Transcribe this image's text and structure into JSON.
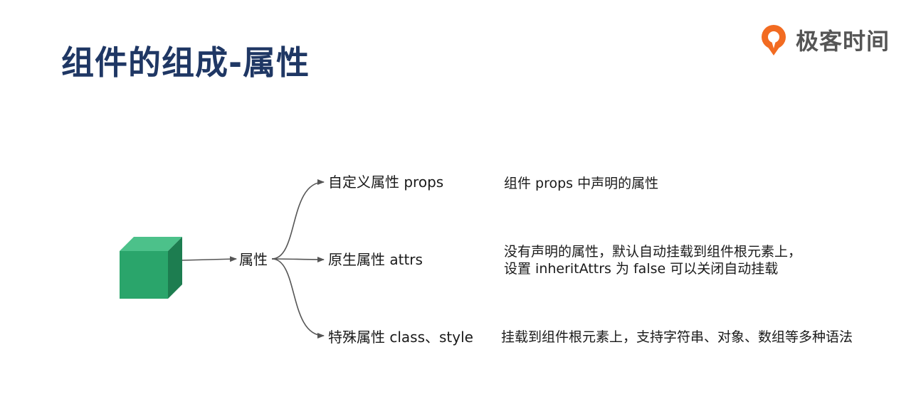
{
  "title": "组件的组成-属性",
  "logo": {
    "brand_name": "极客时间",
    "brand_color": "#f26b21"
  },
  "diagram": {
    "root": {
      "shape": "cube",
      "color": "#2aa56b"
    },
    "center_label": "属性",
    "branches": [
      {
        "label": "自定义属性 props",
        "description": [
          "组件 props 中声明的属性"
        ]
      },
      {
        "label": "原生属性 attrs",
        "description": [
          "没有声明的属性，默认自动挂载到组件根元素上，",
          "设置 inheritAttrs 为 false 可以关闭自动挂载"
        ]
      },
      {
        "label": "特殊属性 class、style",
        "description": [
          "挂载到组件根元素上，支持字符串、对象、数组等多种语法"
        ]
      }
    ]
  },
  "colors": {
    "title": "#1f3764",
    "arrow": "#555555",
    "cube_front": "#2aa56b",
    "cube_top": "#4cc18a",
    "cube_side": "#1d7d50"
  }
}
